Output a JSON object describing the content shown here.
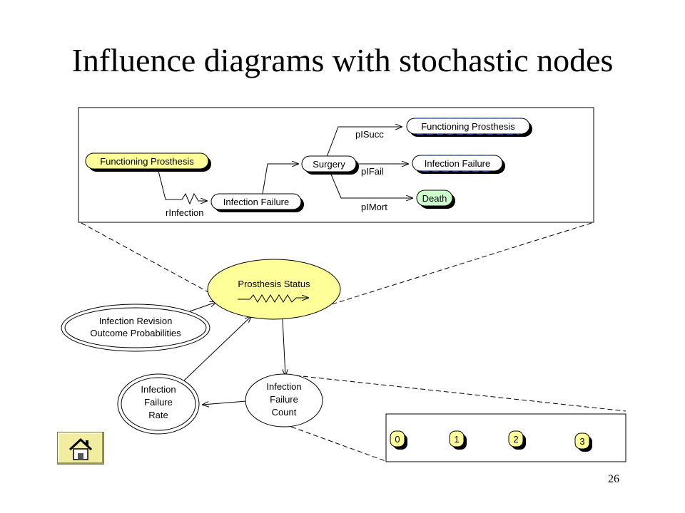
{
  "title": "Influence diagrams with stochastic nodes",
  "slide_number": "26",
  "top_panel": {
    "nodes": {
      "functioning_prosthesis_start": "Functioning Prosthesis",
      "infection_failure_mid": "Infection Failure",
      "surgery": "Surgery",
      "functioning_prosthesis_out": "Functioning Prosthesis",
      "infection_failure_out": "Infection Failure",
      "death": "Death"
    },
    "edge_labels": {
      "r_infection": "rInfection",
      "p_succ": "pISucc",
      "p_fail": "pIFail",
      "p_mort": "pIMort"
    }
  },
  "main_diagram": {
    "prosthesis_status": "Prosthesis Status",
    "infection_revision_line1": "Infection Revision",
    "infection_revision_line2": "Outcome Probabilities",
    "infection_failure_rate_line1": "Infection",
    "infection_failure_rate_line2": "Failure",
    "infection_failure_rate_line3": "Rate",
    "infection_failure_count_line1": "Infection",
    "infection_failure_count_line2": "Failure",
    "infection_failure_count_line3": "Count"
  },
  "count_panel": {
    "states": [
      "0",
      "1",
      "2",
      "3"
    ]
  },
  "colors": {
    "node_yellow": "#ffff99",
    "node_green": "#ccffcc",
    "node_white": "#ffffff",
    "dashed_blue": "#3a5fcd"
  },
  "icons": {
    "home": "home-icon"
  }
}
